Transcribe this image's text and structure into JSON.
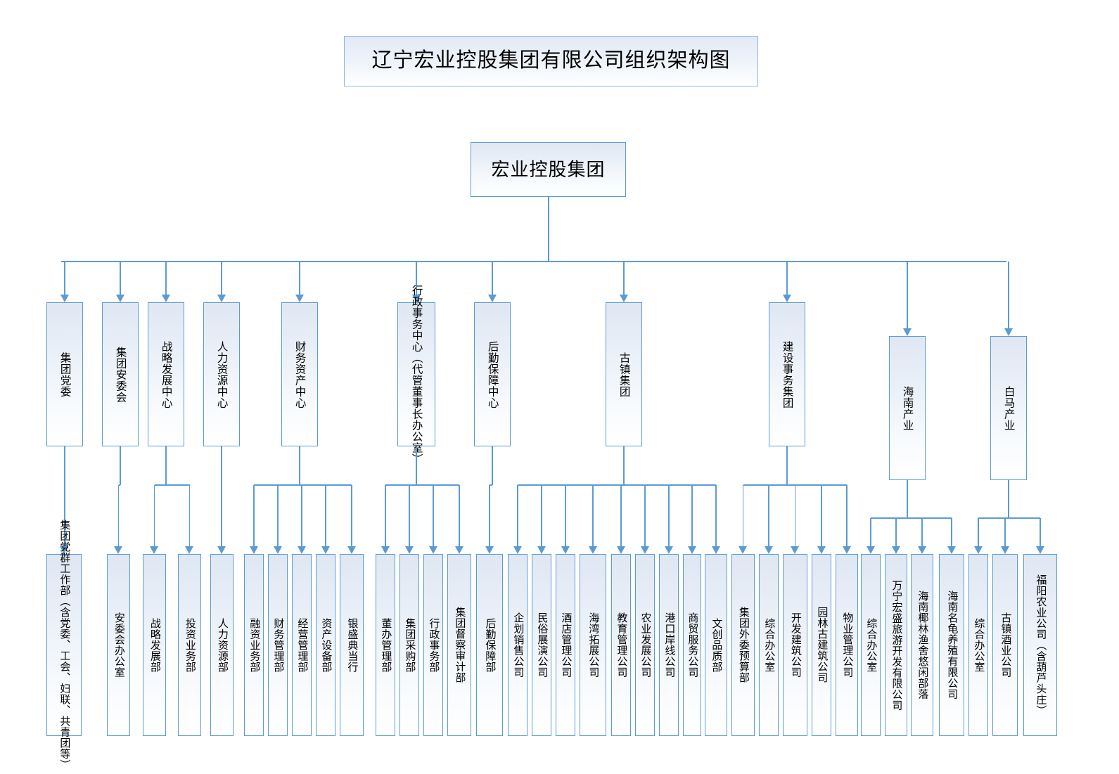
{
  "chart": {
    "title": "辽宁宏业控股集团有限公司组织架构图",
    "root": "宏业控股集团",
    "accent_color": "#5b9bd5",
    "box_fill": "#e8eef7"
  },
  "level2": [
    {
      "id": "party",
      "label": "集团党委"
    },
    {
      "id": "safety",
      "label": "集团安委会"
    },
    {
      "id": "strategy",
      "label": "战略发展中心"
    },
    {
      "id": "hr",
      "label": "人力资源中心"
    },
    {
      "id": "finance",
      "label": "财务资产中心"
    },
    {
      "id": "admin",
      "label": "行政事务中心（代管董事长办公室）"
    },
    {
      "id": "logistics",
      "label": "后勤保障中心"
    },
    {
      "id": "guzhen",
      "label": "古镇集团"
    },
    {
      "id": "construct",
      "label": "建设事务集团"
    },
    {
      "id": "hainan",
      "label": "海南产业"
    },
    {
      "id": "baima",
      "label": "白马产业"
    }
  ],
  "level3": [
    {
      "parent": "party",
      "label": "集团党群工作部（含党委、工会、妇联、共青团等）"
    },
    {
      "parent": "safety",
      "label": "安委会办公室"
    },
    {
      "parent": "strategy",
      "label": "战略发展部"
    },
    {
      "parent": "strategy",
      "label": "投资业务部"
    },
    {
      "parent": "hr",
      "label": "人力资源部"
    },
    {
      "parent": "finance",
      "label": "融资业务部"
    },
    {
      "parent": "finance",
      "label": "财务管理部"
    },
    {
      "parent": "finance",
      "label": "经营管理部"
    },
    {
      "parent": "finance",
      "label": "资产设备部"
    },
    {
      "parent": "finance",
      "label": "银盛典当行"
    },
    {
      "parent": "admin",
      "label": "董办管理部"
    },
    {
      "parent": "admin",
      "label": "集团采购部"
    },
    {
      "parent": "admin",
      "label": "行政事务部"
    },
    {
      "parent": "admin",
      "label": "集团督察审计部"
    },
    {
      "parent": "logistics",
      "label": "后勤保障部"
    },
    {
      "parent": "guzhen",
      "label": "企划销售公司"
    },
    {
      "parent": "guzhen",
      "label": "民俗展演公司"
    },
    {
      "parent": "guzhen",
      "label": "酒店管理公司"
    },
    {
      "parent": "guzhen",
      "label": "海湾拓展公司"
    },
    {
      "parent": "guzhen",
      "label": "教育管理公司"
    },
    {
      "parent": "guzhen",
      "label": "农业发展公司"
    },
    {
      "parent": "guzhen",
      "label": "港口岸线公司"
    },
    {
      "parent": "guzhen",
      "label": "商贸服务公司"
    },
    {
      "parent": "guzhen",
      "label": "文创品质部"
    },
    {
      "parent": "construct",
      "label": "集团外委预算部"
    },
    {
      "parent": "construct",
      "label": "综合办公室"
    },
    {
      "parent": "construct",
      "label": "开发建筑公司"
    },
    {
      "parent": "construct",
      "label": "园林古建筑公司"
    },
    {
      "parent": "construct",
      "label": "物业管理公司"
    },
    {
      "parent": "hainan",
      "label": "综合办公室"
    },
    {
      "parent": "hainan",
      "label": "万宁宏盛旅游开发有限公司"
    },
    {
      "parent": "hainan",
      "label": "海南椰林渔舍悠闲部落"
    },
    {
      "parent": "hainan",
      "label": "海南名龟养殖有限公司"
    },
    {
      "parent": "baima",
      "label": "综合办公室"
    },
    {
      "parent": "baima",
      "label": "古镇酒业公司"
    },
    {
      "parent": "baima",
      "label": "福阳农业公司（含葫芦头庄）"
    }
  ]
}
